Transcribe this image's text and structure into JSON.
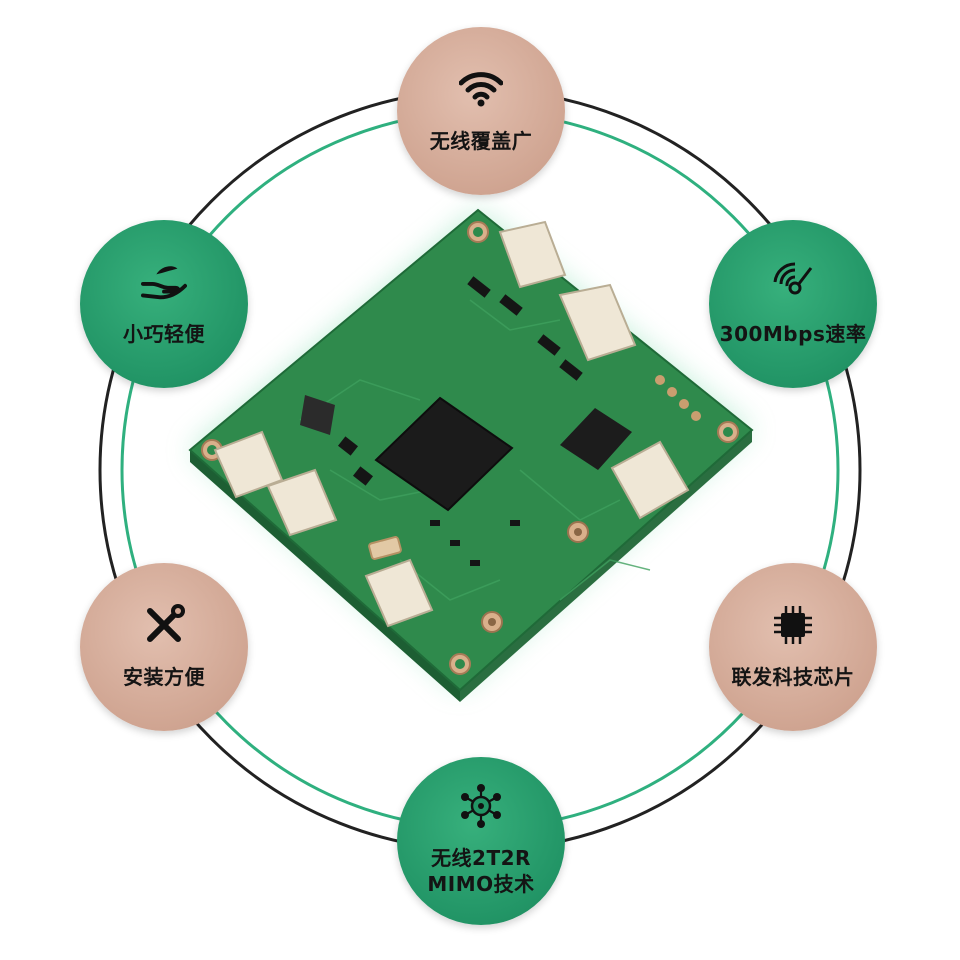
{
  "features": [
    {
      "id": "wifi-coverage",
      "icon": "wifi-icon",
      "label": "无线覆盖广",
      "tone": "rose"
    },
    {
      "id": "speed",
      "icon": "wifi-gauge-icon",
      "label": "300Mbps速率",
      "tone": "green"
    },
    {
      "id": "chip",
      "icon": "chip-icon",
      "label": "联发科技芯片",
      "tone": "rose"
    },
    {
      "id": "mimo",
      "icon": "network-icon",
      "label_line1": "无线2T2R",
      "label_line2": "MIMO技术",
      "tone": "green"
    },
    {
      "id": "install",
      "icon": "tools-icon",
      "label": "安装方便",
      "tone": "rose"
    },
    {
      "id": "compact",
      "icon": "hand-leaf-icon",
      "label": "小巧轻便",
      "tone": "green"
    }
  ],
  "colors": {
    "rose": "#d0a592",
    "green": "#229566",
    "ring_dark": "#222222",
    "ring_green": "#2fb07f",
    "pcb": "#2f8a4c"
  }
}
